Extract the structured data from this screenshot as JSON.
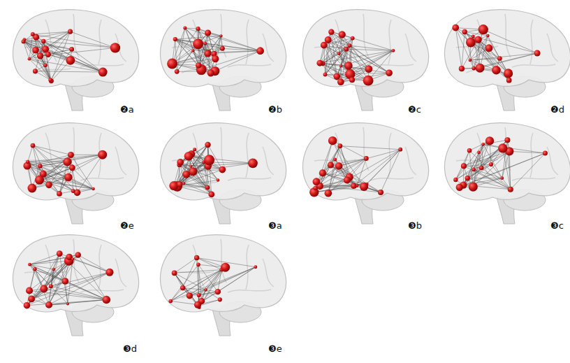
{
  "diagram": {
    "labels": [
      "❷a",
      "❷b",
      "❷c",
      "❷d",
      "❷e",
      "❸a",
      "❸b",
      "❸c",
      "❸d",
      "❸e"
    ]
  }
}
